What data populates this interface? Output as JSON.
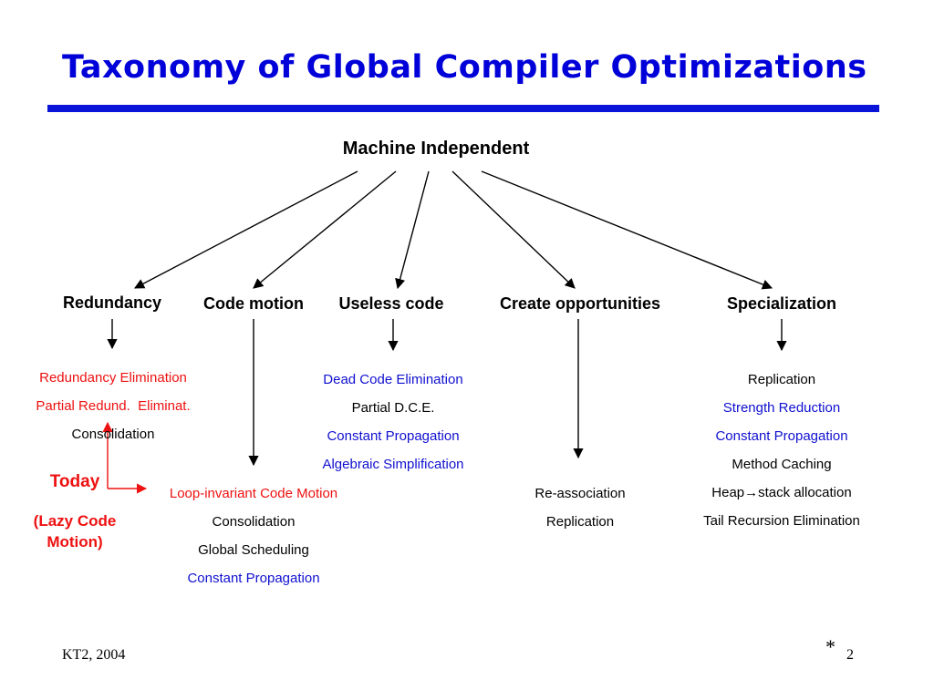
{
  "title": "Taxonomy of Global Compiler Optimizations",
  "colors": {
    "title": "#0000d9",
    "rule": "#0a14d8",
    "red": "#ee1111",
    "blue": "#1010d0"
  },
  "root": "Machine Independent",
  "categories": [
    "Redundancy",
    "Code motion",
    "Useless code",
    "Create opportunities",
    "Specialization"
  ],
  "redundancy_items": [
    "Redundancy Elimination",
    "Partial Redund.  Eliminat.",
    "Consolidation"
  ],
  "code_motion_items": [
    "Loop-invariant Code Motion",
    "Consolidation",
    "Global Scheduling",
    "Constant Propagation"
  ],
  "useless_code_items": [
    "Dead Code Elimination",
    "Partial D.C.E.",
    "Constant Propagation",
    "Algebraic Simplification"
  ],
  "create_opportunities_items": [
    "Re-association",
    "Replication"
  ],
  "specialization_items": [
    "Replication",
    "Strength Reduction",
    "Constant Propagation",
    "Method Caching",
    "Heap→stack allocation",
    "Tail Recursion Elimination"
  ],
  "today": {
    "label": "Today",
    "sub": "(Lazy Code Motion)"
  },
  "footer": {
    "left": "KT2, 2004",
    "star": "*",
    "page": "2"
  }
}
